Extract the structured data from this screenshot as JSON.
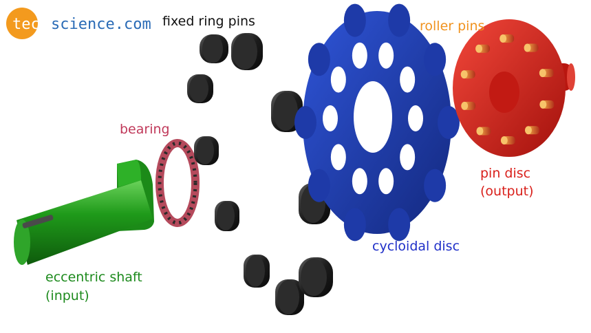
{
  "logo": {
    "part1": "tec-",
    "part2": "science.com",
    "color_orange": "#f39a1e",
    "color_blue": "#2a6bb6"
  },
  "labels": {
    "fixed_ring_pins": "fixed ring pins",
    "bearing": "bearing",
    "roller_pins": "roller pins",
    "pin_disc_1": "pin disc",
    "pin_disc_2": "(output)",
    "cycloidal_disc": "cycloidal disc",
    "eccentric_shaft_1": "eccentric shaft",
    "eccentric_shaft_2": "(input)"
  },
  "colors": {
    "fixed_ring_pins": "#111111",
    "bearing": "#c0395a",
    "roller_pins": "#f0921e",
    "pin_disc": "#d9201b",
    "cycloidal_disc": "#1f2fc8",
    "eccentric_shaft": "#1d8a1d",
    "cycloid_fill": "#1e3aa8",
    "shaft_fill": "#22a11d",
    "disc_fill": "#e8261f",
    "pin_fill": "#2a2a2a"
  }
}
